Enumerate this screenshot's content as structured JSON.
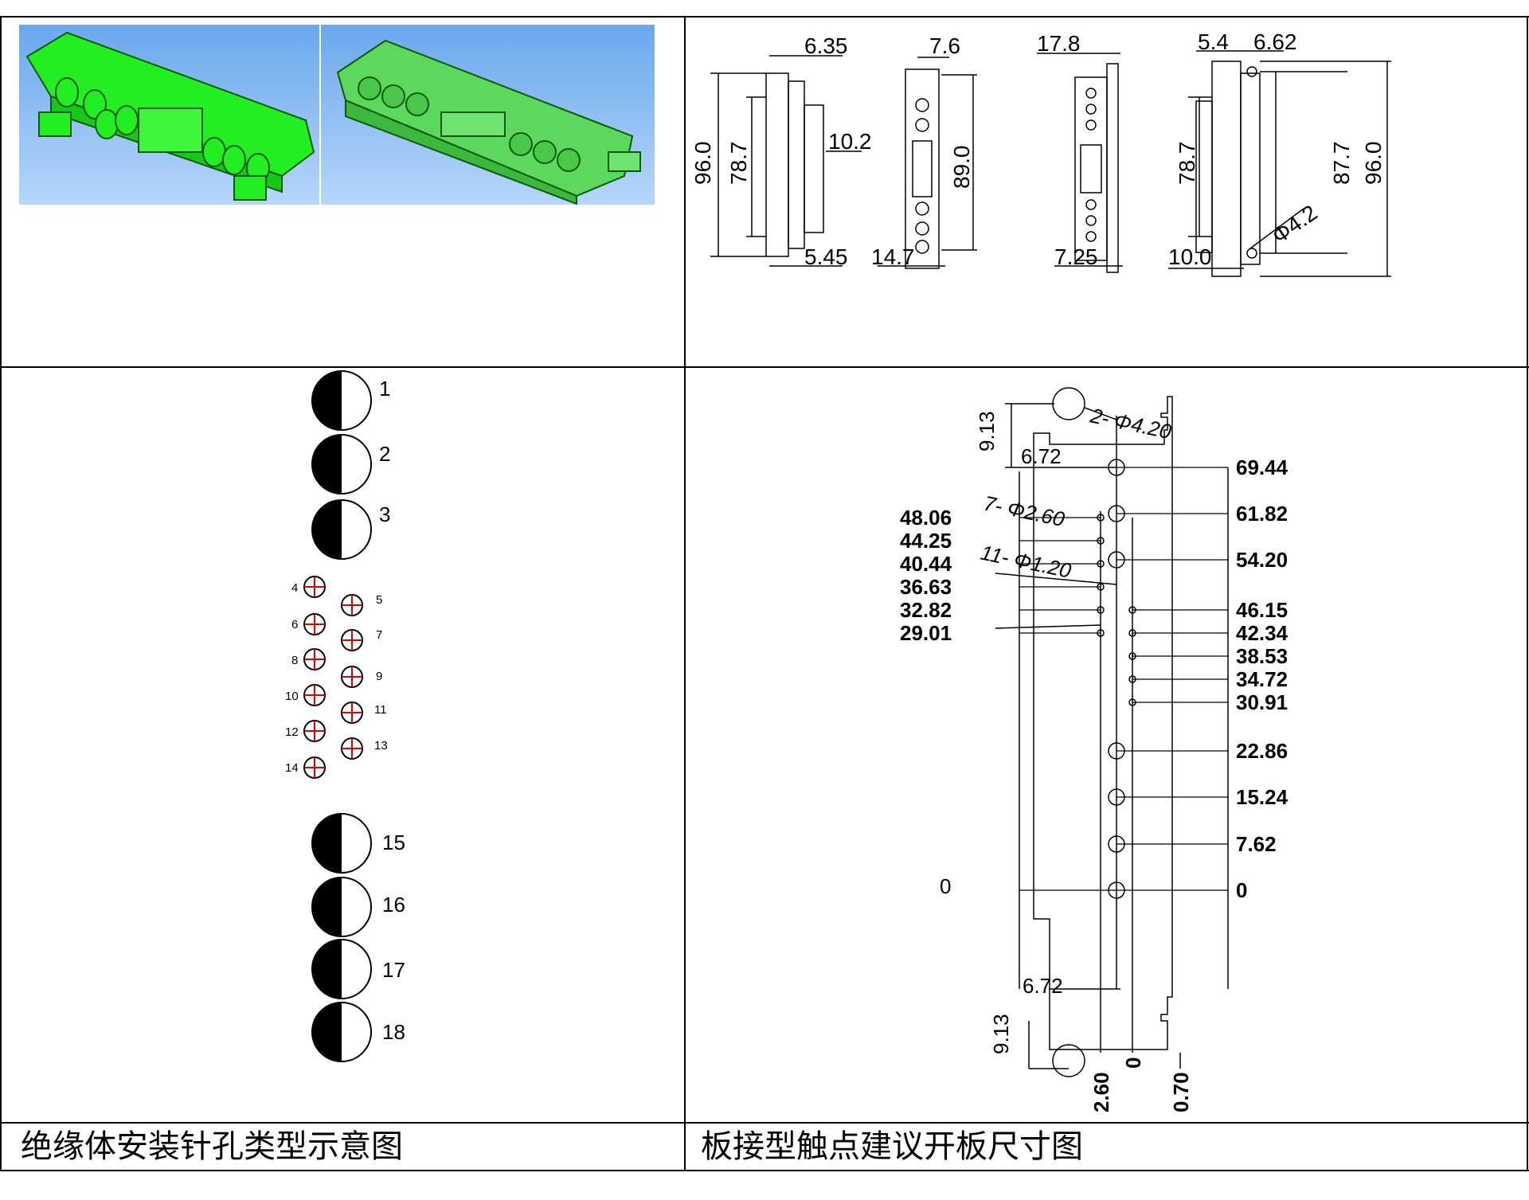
{
  "captions": {
    "left": "绝缘体安装针孔类型示意图",
    "right": "板接型触点建议开板尺寸图"
  },
  "side_views": {
    "view1": {
      "top": "6.35",
      "mid": "10.2",
      "bottom": "5.45",
      "overall_height": "96.0",
      "inner_height": "78.7"
    },
    "view2": {
      "top": "7.6",
      "height": "89.0",
      "bottom": "14.7"
    },
    "view3": {
      "top": "17.8",
      "bottom": "7.25"
    },
    "view4": {
      "top_left": "5.4",
      "top_right": "6.62",
      "overall_height": "96.0",
      "inner_height": "78.7",
      "mid_height": "87.7",
      "hole_dia": "Φ4.2",
      "bottom": "10.0"
    }
  },
  "pin_layout": {
    "large_top": [
      "1",
      "2",
      "3"
    ],
    "small_left": [
      "4",
      "6",
      "8",
      "10",
      "12",
      "14"
    ],
    "small_right": [
      "5",
      "7",
      "9",
      "11",
      "13"
    ],
    "large_bottom": [
      "15",
      "16",
      "17",
      "18"
    ]
  },
  "pcb_layout": {
    "mount_hole_label": "2- Φ4.20",
    "large_hole_label": "7- Φ2.60",
    "small_hole_label": "11- Φ1.20",
    "offset_top": "9.13",
    "offset_bottom": "9.13",
    "x_offset_top": "6.72",
    "x_offset_bottom": "6.72",
    "right_labels": [
      "69.44",
      "61.82",
      "54.20",
      "46.15",
      "42.34",
      "38.53",
      "34.72",
      "30.91",
      "22.86",
      "15.24",
      "7.62",
      "0"
    ],
    "left_labels": [
      "48.06",
      "44.25",
      "40.44",
      "36.63",
      "32.82",
      "29.01"
    ],
    "origin_left": "0",
    "bottom_labels": [
      "2.60",
      "0",
      "0.70"
    ]
  }
}
